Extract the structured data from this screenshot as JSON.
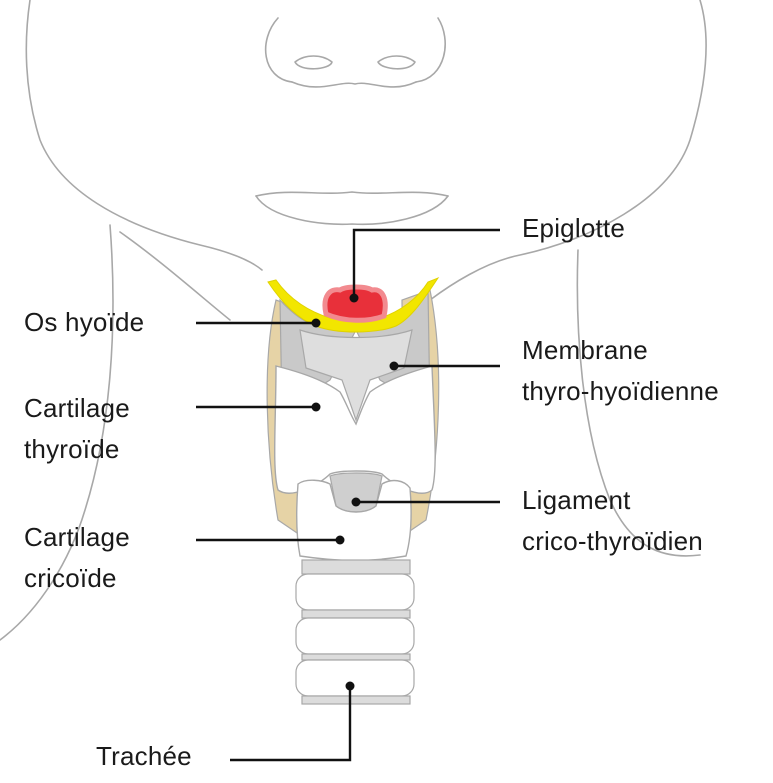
{
  "labels": {
    "epiglotte": {
      "line1": "Epiglotte"
    },
    "os_hyoide": {
      "line1": "Os hyoïde"
    },
    "membrane": {
      "line1": "Membrane",
      "line2": "thyro-hyoïdienne"
    },
    "cartilage_thyroide": {
      "line1": "Cartilage",
      "line2": "thyroïde"
    },
    "ligament": {
      "line1": "Ligament",
      "line2": "crico-thyroïdien"
    },
    "cartilage_cricoide": {
      "line1": "Cartilage",
      "line2": "cricoïde"
    },
    "trachee": {
      "line1": "Trachée"
    }
  },
  "colors": {
    "outline": "#a8a8a8",
    "epiglottis": "#e8303a",
    "hyoid": "#f2e600",
    "membrane": "#c9c9c9",
    "cartilage": "#ffffff",
    "ligament": "#cfcfcf",
    "muscle": "#e6d3a6",
    "trachea_ring": "#dcdcdc",
    "leader": "#111111"
  }
}
